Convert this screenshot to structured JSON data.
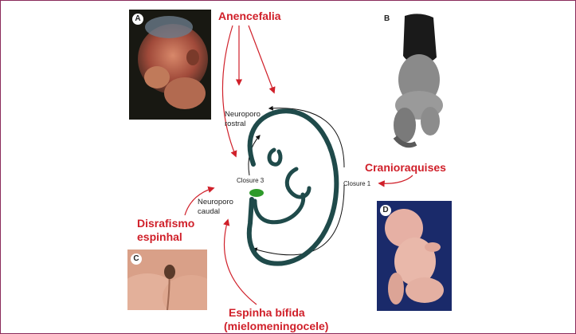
{
  "photos": {
    "a": {
      "label": "A"
    },
    "b": {
      "label": "B"
    },
    "c": {
      "label": "C"
    },
    "d": {
      "label": "D"
    }
  },
  "labels": {
    "anencefalia": "Anencefalia",
    "cranioraquises": "Cranioraquises",
    "disrafismo_line1": "Disrafismo",
    "disrafismo_line2": "espinhal",
    "espinha_line1": "Espinha bífida",
    "espinha_line2": "(mielomeningocele)",
    "neuroporo_rostral_line1": "Neuroporo",
    "neuroporo_rostral_line2": "rostral",
    "neuroporo_caudal_line1": "Neuroporo",
    "neuroporo_caudal_line2": "caudal",
    "closure1": "Closure 1",
    "closure3": "Closure 3"
  },
  "colors": {
    "frame_border": "#8a2a5a",
    "red_text": "#d0202a",
    "red_arrow": "#d0202a",
    "embryo_outline": "#1f4a4a",
    "caudal_neuropore": "#2e9a2a"
  }
}
